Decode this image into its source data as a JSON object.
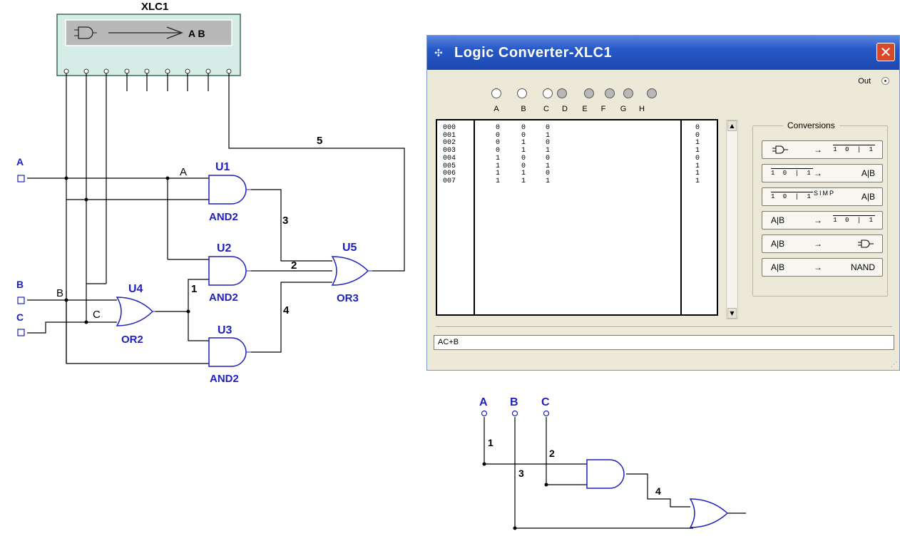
{
  "xlc": {
    "name": "XLC1",
    "display_text": "A B"
  },
  "colors": {
    "wire": "#000000",
    "gate": "#1f1fbf",
    "title_bar": "#2658c6",
    "xlc_fill": "#d6ece6"
  },
  "inputs": [
    {
      "name": "A",
      "wire_label": "A"
    },
    {
      "name": "B",
      "wire_label": "B"
    },
    {
      "name": "C",
      "wire_label": "C"
    }
  ],
  "gates": [
    {
      "ref": "U1",
      "type": "AND2"
    },
    {
      "ref": "U2",
      "type": "AND2"
    },
    {
      "ref": "U3",
      "type": "AND2"
    },
    {
      "ref": "U4",
      "type": "OR2"
    },
    {
      "ref": "U5",
      "type": "OR3"
    }
  ],
  "net_labels": [
    "5",
    "3",
    "2",
    "1",
    "4"
  ],
  "converter": {
    "title": "Logic Converter-XLC1",
    "close_label": "✕",
    "out_label": "Out",
    "terminal_labels": [
      "A",
      "B",
      "C",
      "D",
      "E",
      "F",
      "G",
      "H"
    ],
    "truth_table": {
      "rows": [
        {
          "index": "000",
          "a": "0",
          "b": "0",
          "c": "0",
          "out": "0"
        },
        {
          "index": "001",
          "a": "0",
          "b": "0",
          "c": "1",
          "out": "0"
        },
        {
          "index": "002",
          "a": "0",
          "b": "1",
          "c": "0",
          "out": "1"
        },
        {
          "index": "003",
          "a": "0",
          "b": "1",
          "c": "1",
          "out": "1"
        },
        {
          "index": "004",
          "a": "1",
          "b": "0",
          "c": "0",
          "out": "0"
        },
        {
          "index": "005",
          "a": "1",
          "b": "0",
          "c": "1",
          "out": "1"
        },
        {
          "index": "006",
          "a": "1",
          "b": "1",
          "c": "0",
          "out": "1"
        },
        {
          "index": "007",
          "a": "1",
          "b": "1",
          "c": "1",
          "out": "1"
        }
      ]
    },
    "conversions_title": "Conversions",
    "buttons": [
      {
        "left": "gate",
        "mid": "→",
        "right": "1 0 | 1"
      },
      {
        "left": "1 0 | 1",
        "mid": "→",
        "right": "A|B"
      },
      {
        "left": "1 0 | 1",
        "mid": "SIMP",
        "right": "A|B"
      },
      {
        "left": "A|B",
        "mid": "→",
        "right": "1 0 | 1"
      },
      {
        "left": "A|B",
        "mid": "→",
        "right": "gate"
      },
      {
        "left": "A|B",
        "mid": "→",
        "right": "NAND"
      }
    ],
    "expression": "AC+B"
  },
  "bottom_circuit": {
    "inputs": [
      "A",
      "B",
      "C"
    ],
    "net_labels": [
      "1",
      "2",
      "3",
      "4"
    ]
  }
}
